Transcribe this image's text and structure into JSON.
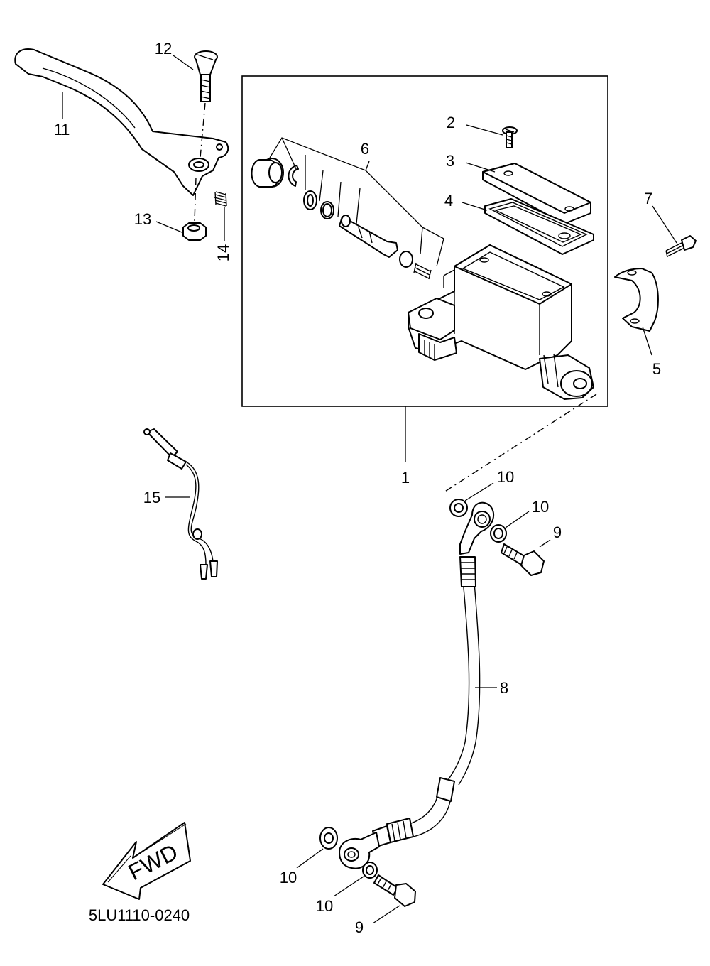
{
  "labels": {
    "p1": "1",
    "p2": "2",
    "p3": "3",
    "p4": "4",
    "p5": "5",
    "p6": "6",
    "p7": "7",
    "p8": "8",
    "p9a": "9",
    "p9b": "9",
    "p10a": "10",
    "p10b": "10",
    "p10c": "10",
    "p10d": "10",
    "p11": "11",
    "p12": "12",
    "p13": "13",
    "p14": "14",
    "p15": "15"
  },
  "fwd_text": "FWD",
  "diagram_code": "5LU1110-0240"
}
